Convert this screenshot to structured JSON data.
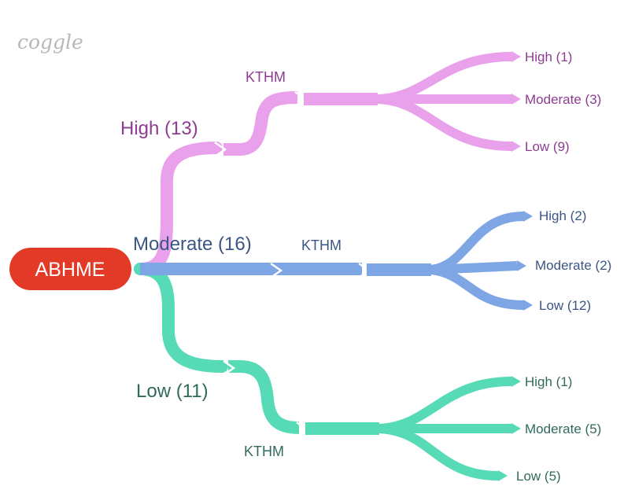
{
  "logo": "coggle",
  "root": {
    "label": "ABHME",
    "color": "#e23a26"
  },
  "branches": [
    {
      "id": "high",
      "label": "High (13)",
      "color": "#e8a1ea",
      "text_color": "#8e3b92",
      "sub_label": "KTHM",
      "leaves": [
        "High (1)",
        "Moderate (3)",
        "Low (9)"
      ]
    },
    {
      "id": "moderate",
      "label": "Moderate (16)",
      "color": "#7fa6e4",
      "text_color": "#3a5684",
      "sub_label": "KTHM",
      "leaves": [
        "High (2)",
        "Moderate (2)",
        "Low (12)"
      ]
    },
    {
      "id": "low",
      "label": "Low (11)",
      "color": "#56dbb6",
      "text_color": "#2f6b5d",
      "sub_label": "KTHM",
      "leaves": [
        "High (1)",
        "Moderate (5)",
        "Low (5)"
      ]
    }
  ]
}
